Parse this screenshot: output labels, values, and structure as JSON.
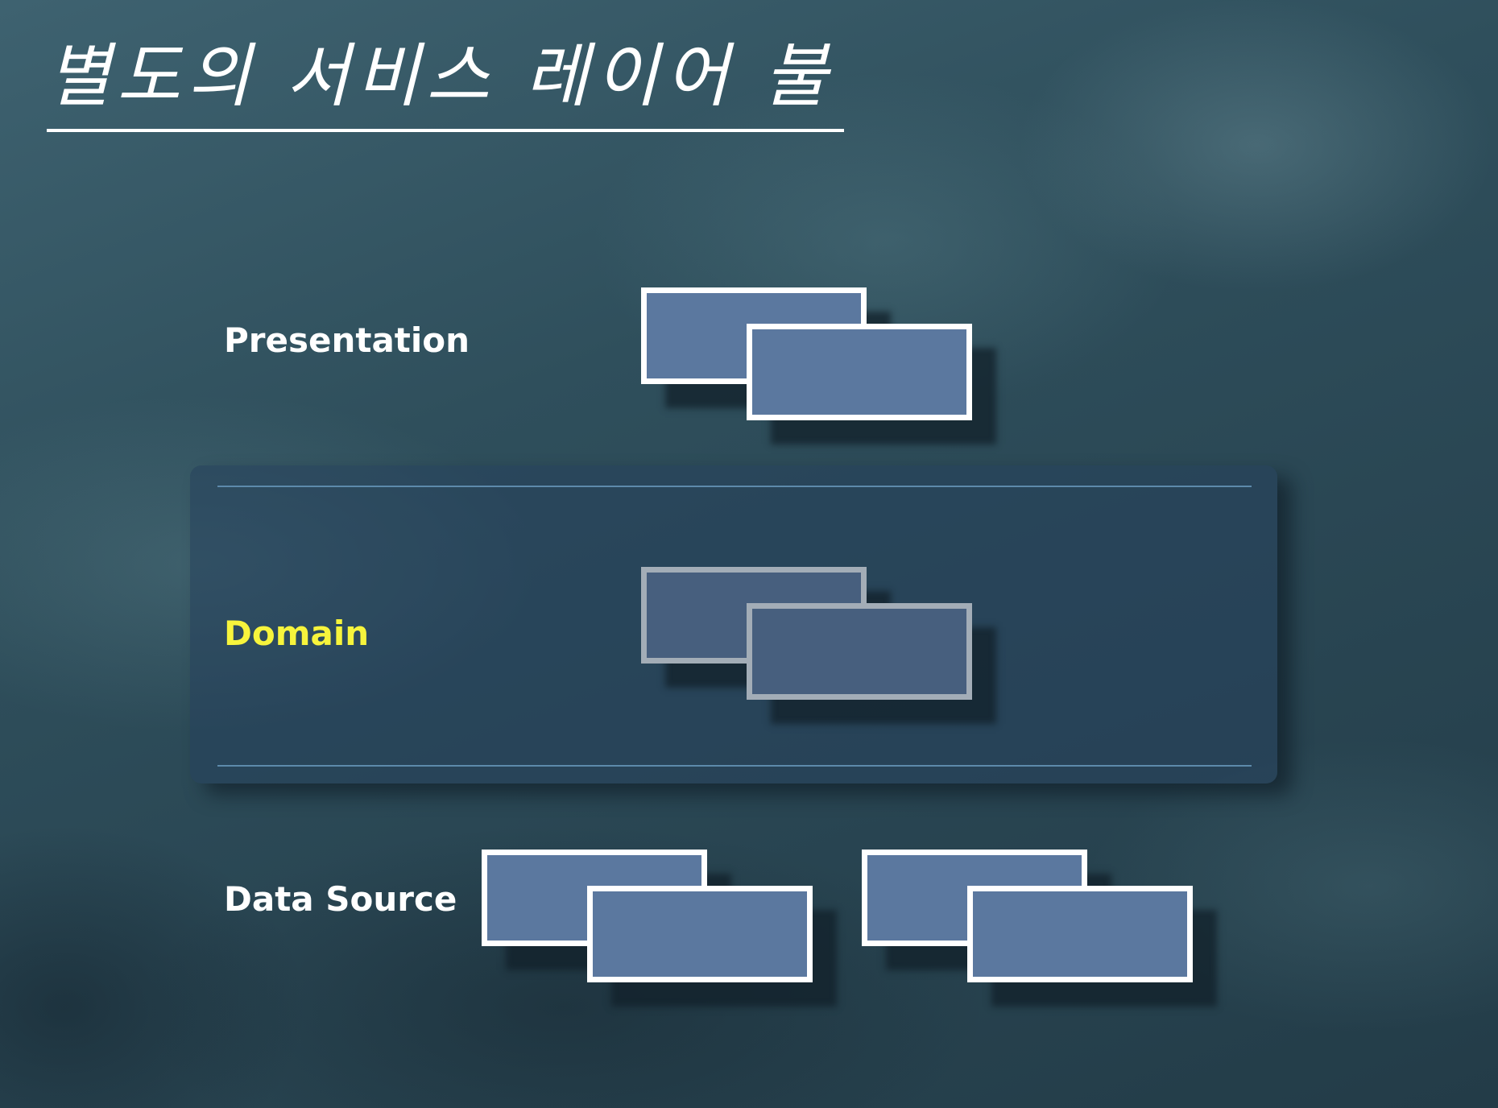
{
  "title": "별도의 서비스 레이어 불필요",
  "layers": {
    "presentation": {
      "label": "Presentation"
    },
    "domain": {
      "label": "Domain",
      "label_color": "#f7f43c"
    },
    "data_source": {
      "label": "Data Source"
    }
  },
  "colors": {
    "background": "#2b4853",
    "box_fill": "#5b789f",
    "box_border": "#ffffff",
    "domain_box_fill": "#475f7e",
    "domain_box_border": "#a3adb7",
    "panel_line": "#5d8aab"
  }
}
